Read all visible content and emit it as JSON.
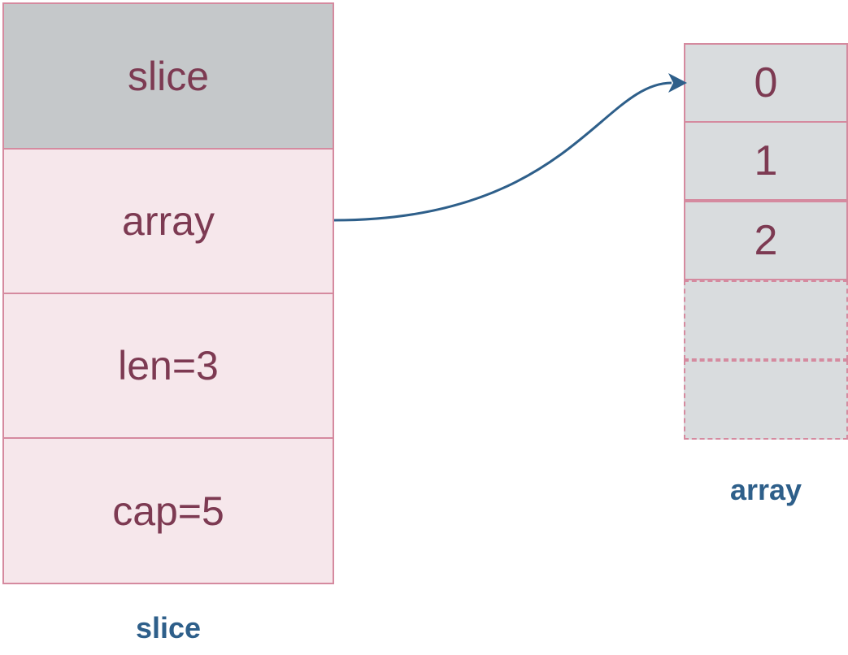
{
  "slice_struct": {
    "header": "slice",
    "fields": [
      "array",
      "len=3",
      "cap=5"
    ],
    "caption": "slice"
  },
  "backing_array": {
    "cells": [
      "0",
      "1",
      "2",
      "",
      ""
    ],
    "caption": "array"
  },
  "colors": {
    "border": "#d58a9f",
    "text": "#7d3a52",
    "header_fill": "#c5c8ca",
    "field_fill": "#f6e7eb",
    "array_fill": "#d9dcde",
    "arrow": "#2e5f8a",
    "caption": "#2e5f8a"
  }
}
